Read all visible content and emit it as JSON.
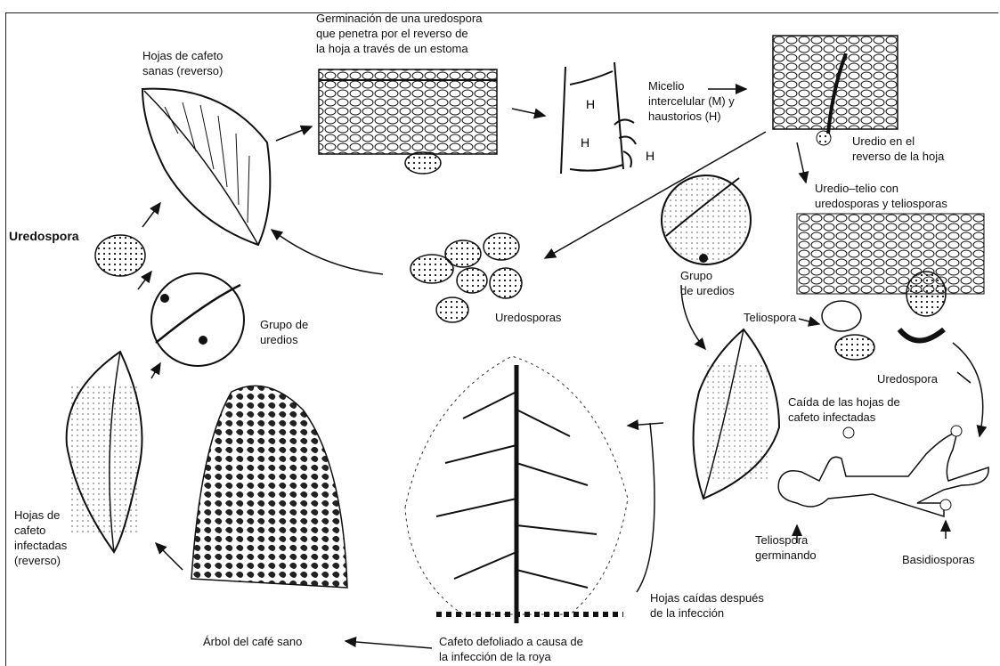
{
  "labels": {
    "germination": "Germinación de una uredospora\nque penetra por el reverso de\nla hoja a través de un estoma",
    "healthy_leaves": "Hojas de cafeto\nsanas (reverso)",
    "mycelium": "Micelio\nintercelular (M) y\nhaustorios (H)",
    "uredium_underside": "Uredio en el\nreverso de la hoja",
    "uredium_telium": "Uredio–telio con\nuredosporas y teliosporas",
    "uredospora_bold": "Uredospora",
    "uredospores": "Uredosporas",
    "grupo_uredios_right": "Grupo\nde uredios",
    "grupo_uredios_left": "Grupo de\nuredios",
    "teliospora": "Teliospora",
    "uredospora_right": "Uredospora",
    "fallen_leaves": "Caída de las hojas de\ncafeto infectadas",
    "infected_leaves": "Hojas de\ncafeto\ninfectadas\n(reverso)",
    "teliospore_germinating": "Teliospora\ngerminando",
    "basidiospores": "Basidiosporas",
    "leaves_after": "Hojas caídas después\nde la infección",
    "healthy_tree": "Árbol del café sano",
    "defoliated_tree": "Cafeto defoliado a causa de\nla infección de la roya",
    "h_mark": "H"
  },
  "style": {
    "ink": "#111111",
    "paper": "#ffffff"
  }
}
